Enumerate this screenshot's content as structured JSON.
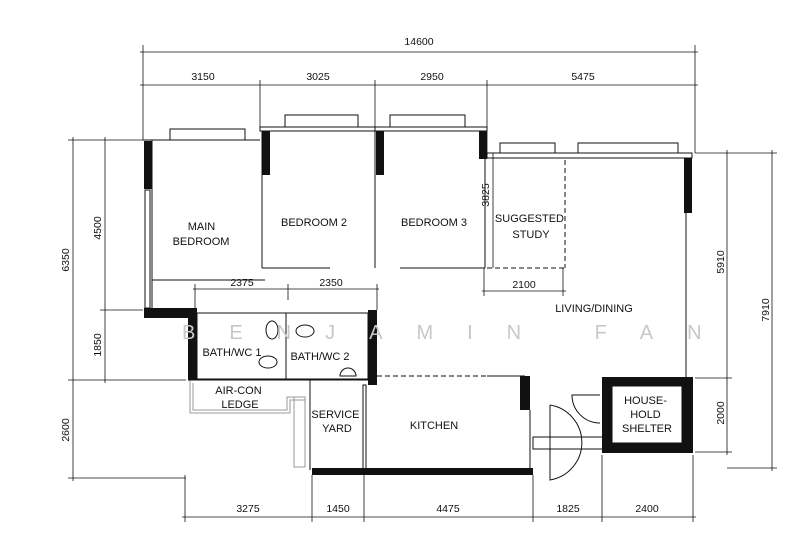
{
  "plan": {
    "watermark": "BENJAMIN FAN",
    "rooms": {
      "main_bedroom": [
        "MAIN",
        "BEDROOM"
      ],
      "bedroom_2": "BEDROOM 2",
      "bedroom_3": "BEDROOM 3",
      "study": [
        "SUGGESTED",
        "STUDY"
      ],
      "living_dining": "LIVING/DINING",
      "bath_1": "BATH/WC 1",
      "bath_2": "BATH/WC 2",
      "aircon_ledge": [
        "AIR-CON",
        "LEDGE"
      ],
      "service_yard": [
        "SERVICE",
        "YARD"
      ],
      "kitchen": "KITCHEN",
      "shelter": [
        "HOUSE-",
        "HOLD",
        "SHELTER"
      ]
    },
    "dimensions": {
      "top_total": "14600",
      "top": [
        "3150",
        "3025",
        "2950",
        "5475"
      ],
      "left_outer": [
        "6350",
        "2600"
      ],
      "left_inner": [
        "4500",
        "1850"
      ],
      "right_inner": [
        "5910",
        "2000"
      ],
      "right_outer": "7910",
      "bottom": [
        "3275",
        "1450",
        "4475",
        "1825",
        "2400"
      ],
      "bath": [
        "2375",
        "2350"
      ],
      "study_width": "2100",
      "study_depth": "3825"
    }
  }
}
